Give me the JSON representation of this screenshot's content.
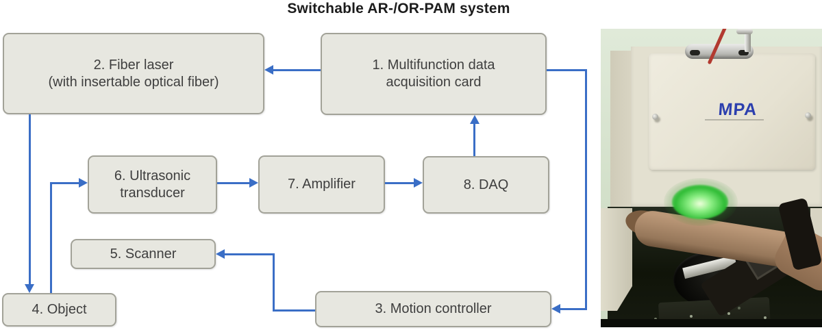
{
  "title": "Switchable AR-/OR-PAM system",
  "diagram": {
    "boxes": [
      {
        "id": "multifunction-card",
        "label": "1. Multifunction data\nacquisition card"
      },
      {
        "id": "fiber-laser",
        "label": "2. Fiber laser\n(with insertable optical fiber)"
      },
      {
        "id": "motion-controller",
        "label": "3. Motion controller"
      },
      {
        "id": "object",
        "label": "4. Object"
      },
      {
        "id": "scanner",
        "label": "5. Scanner"
      },
      {
        "id": "ultrasonic-transducer",
        "label": "6. Ultrasonic\ntransducer"
      },
      {
        "id": "amplifier",
        "label": "7. Amplifier"
      },
      {
        "id": "daq",
        "label": "8. DAQ"
      }
    ],
    "colors": {
      "arrow": "#3a6ec6",
      "box_fill": "#e7e7e0",
      "box_border": "#a2a298",
      "box_text": "#3e3e3e",
      "title_text": "#1c1c1c"
    }
  },
  "photo": {
    "device_label": "MPA",
    "device_label_color": "#2c3fae",
    "laser_glow_color": "#2fbc35"
  }
}
